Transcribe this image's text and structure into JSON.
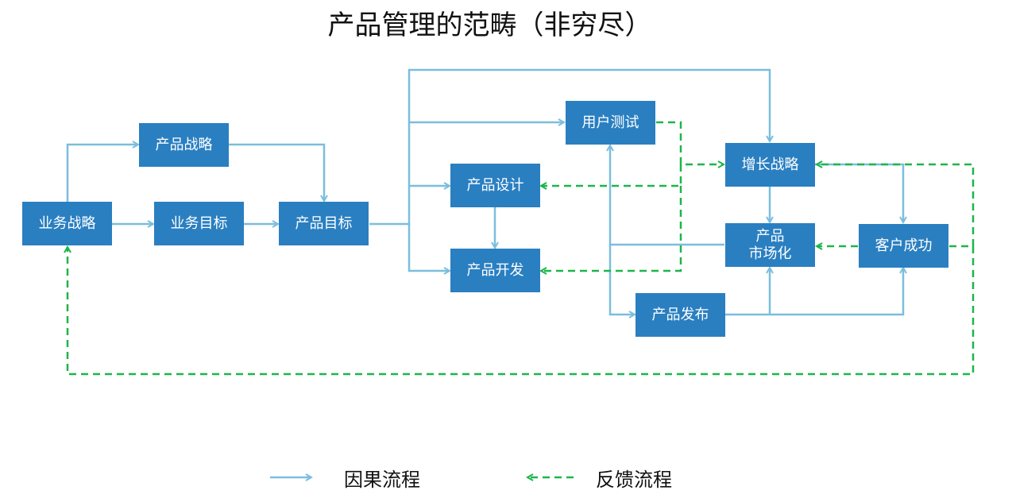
{
  "title": "产品管理的范畴（非穷尽）",
  "nodes": {
    "business_strategy": "业务战略",
    "product_strategy": "产品战略",
    "business_goals": "业务目标",
    "product_goals": "产品目标",
    "product_design": "产品设计",
    "product_development": "产品开发",
    "user_testing": "用户测试",
    "product_launch": "产品发布",
    "growth_strategy": "增长战略",
    "product_marketization": "产品\n市场化",
    "customer_success": "客户成功"
  },
  "legend": {
    "causal": "因果流程",
    "feedback": "反馈流程"
  },
  "colors": {
    "node_fill": "#2a7fc1",
    "causal_arrow": "#7bbedd",
    "feedback_arrow": "#1db64a"
  }
}
